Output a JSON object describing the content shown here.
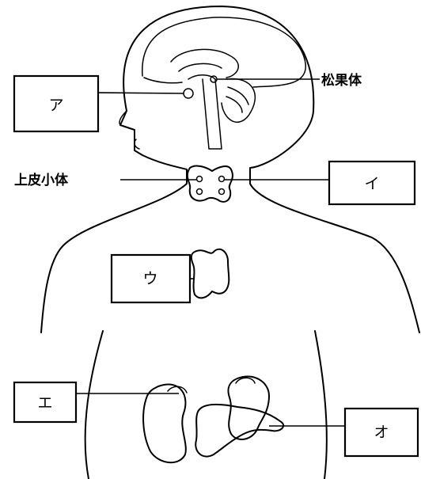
{
  "labels": {
    "pineal": "松果体",
    "parathyroid": "上皮小体"
  },
  "boxes": {
    "a": "ア",
    "i": "イ",
    "u": "ウ",
    "e": "エ",
    "o": "オ"
  }
}
